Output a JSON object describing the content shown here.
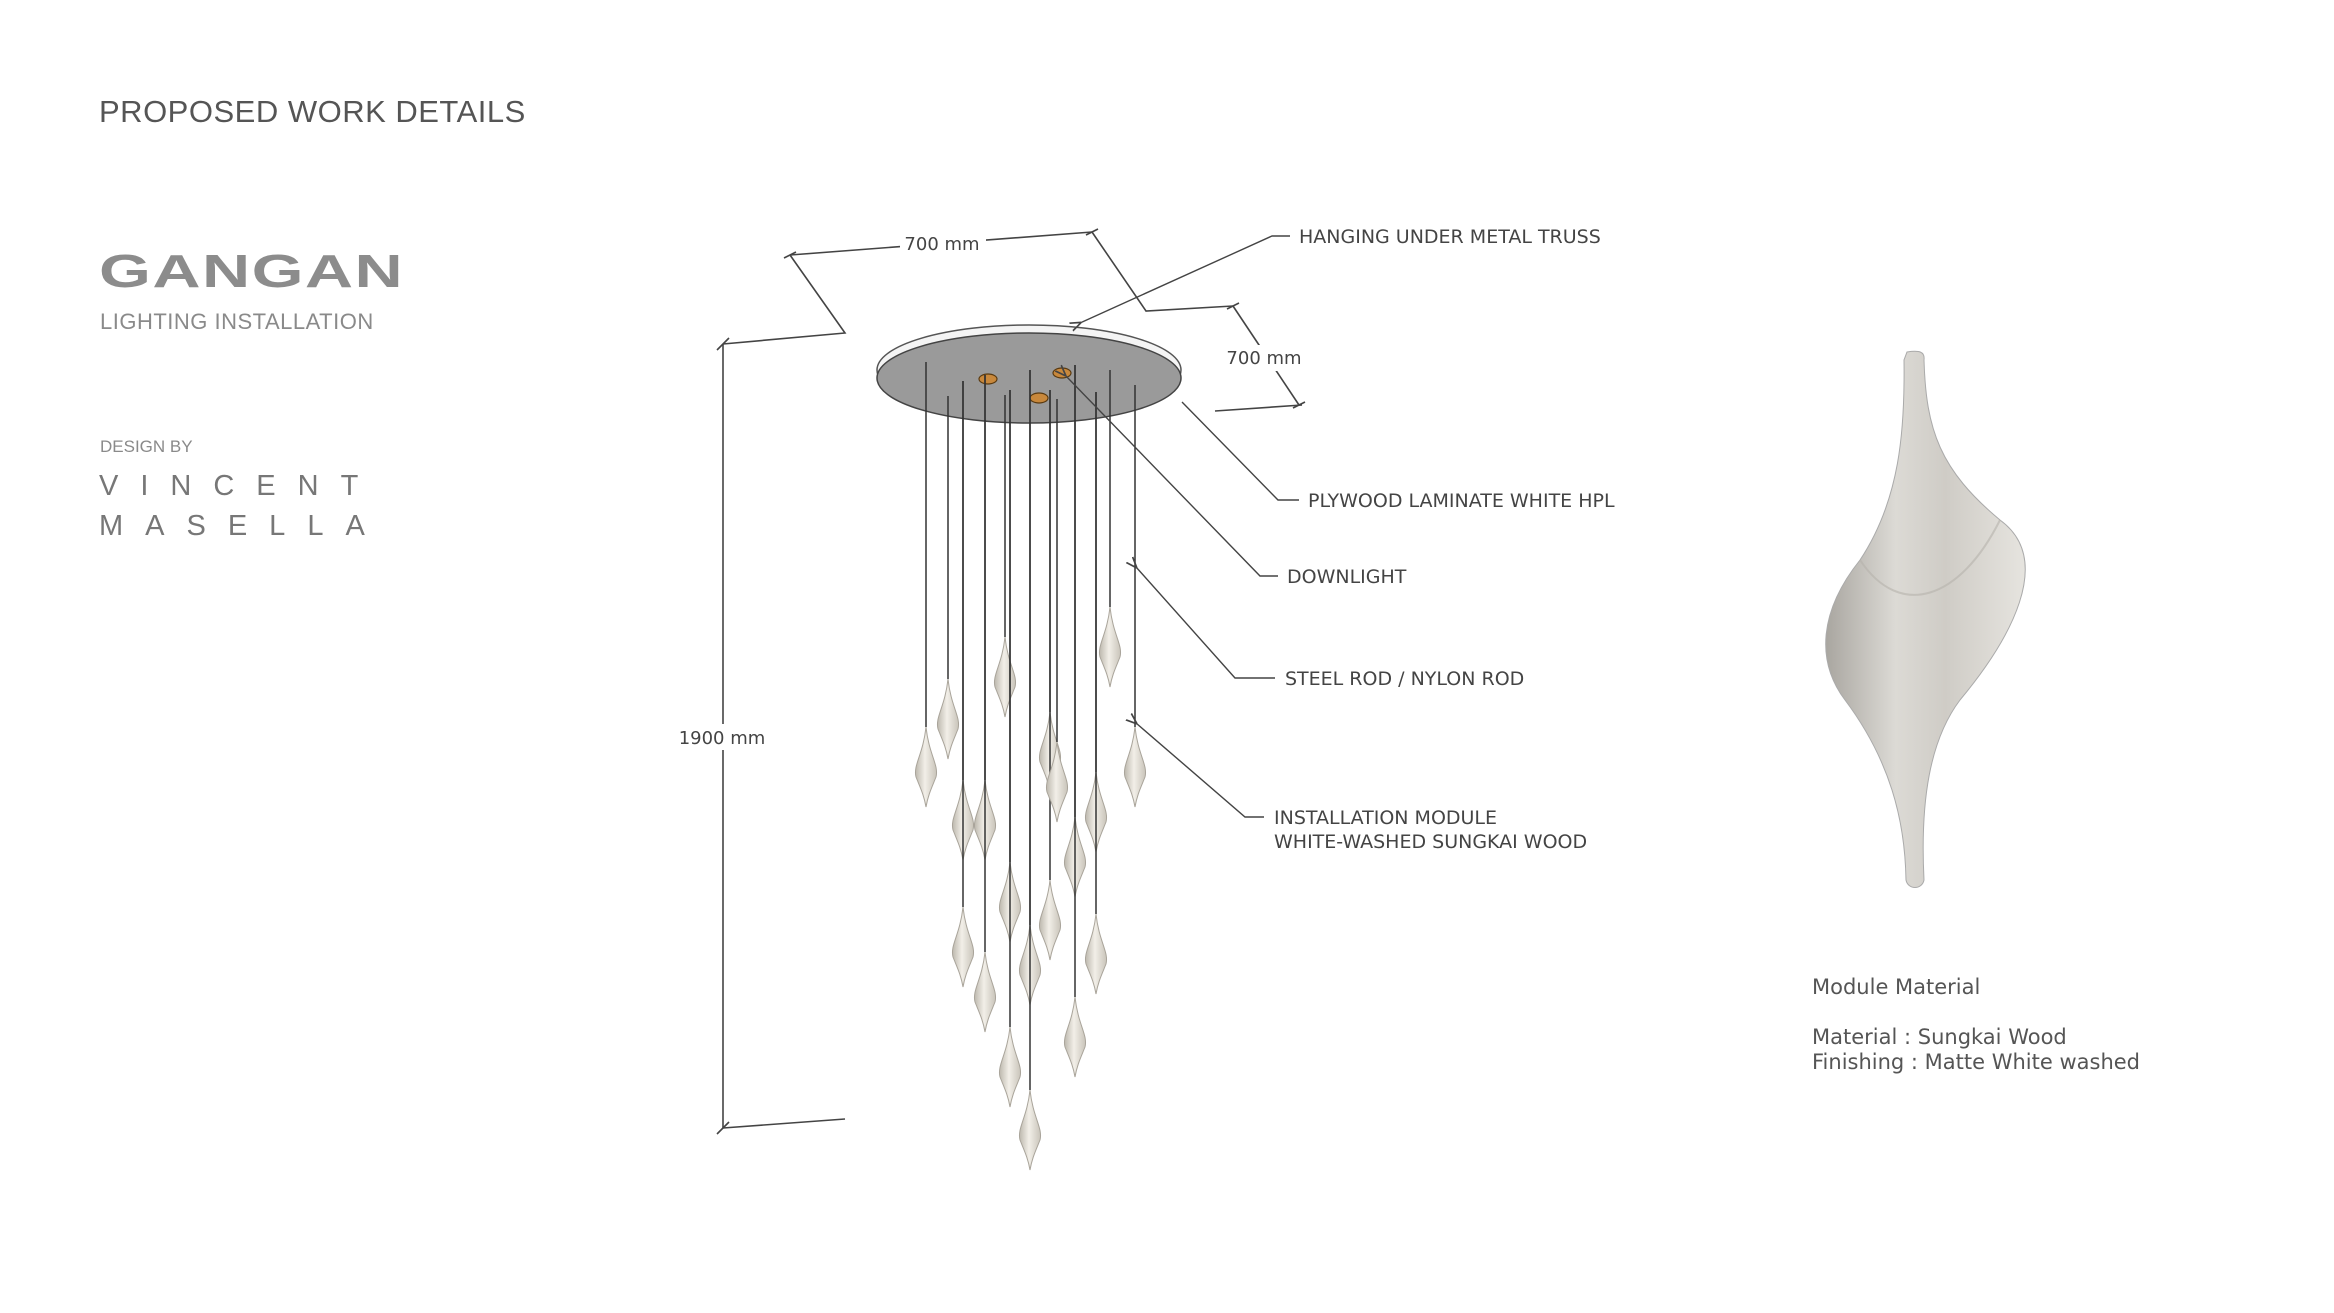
{
  "header": {
    "title": "PROPOSED WORK DETAILS"
  },
  "project": {
    "name": "GANGAN",
    "subtitle": "LIGHTING INSTALLATION"
  },
  "designer": {
    "label": "DESIGN BY",
    "first_name": "VINCENT",
    "last_name": "MASELLA"
  },
  "drawing": {
    "dimensions": {
      "width": "700 mm",
      "depth": "700 mm",
      "height": "1900 mm"
    },
    "callouts": [
      "HANGING UNDER METAL TRUSS",
      "PLYWOOD LAMINATE WHITE HPL",
      "DOWNLIGHT",
      "STEEL ROD / NYLON ROD",
      "INSTALLATION MODULE",
      "WHITE-WASHED SUNGKAI WOOD"
    ]
  },
  "module": {
    "heading": "Module Material",
    "material": "Material : Sungkai Wood",
    "finishing": "Finishing : Matte White washed"
  }
}
